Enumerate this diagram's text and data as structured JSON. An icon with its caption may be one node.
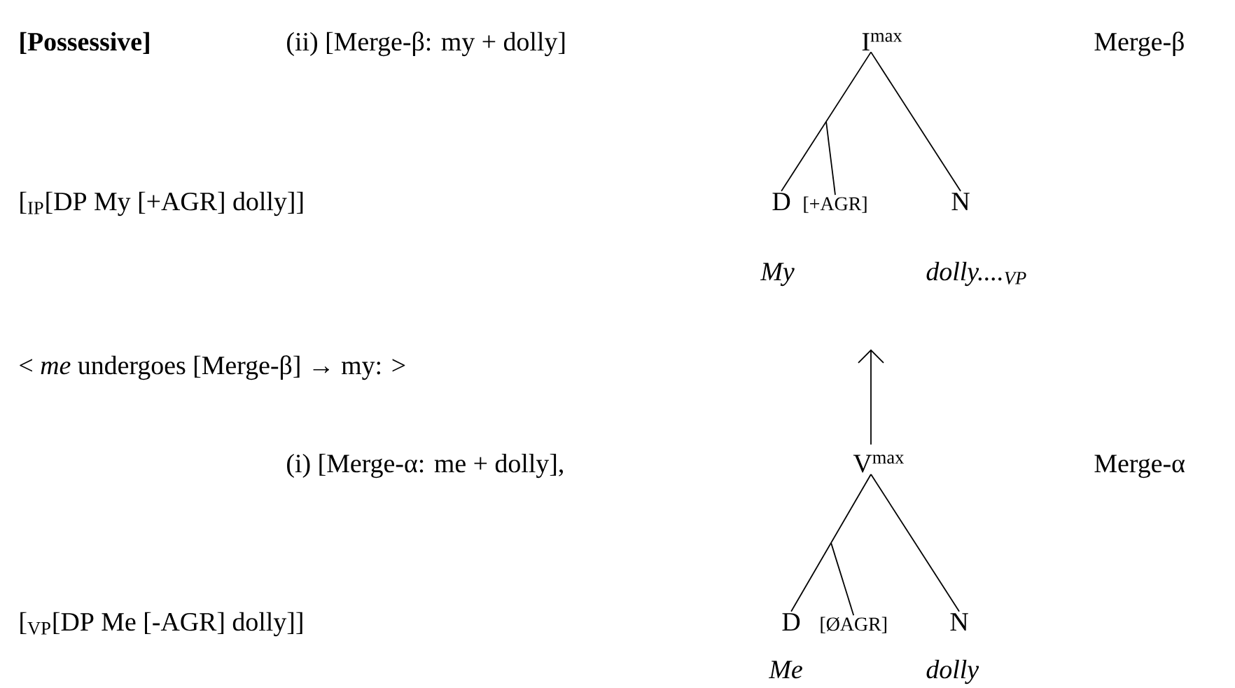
{
  "diagram": {
    "nodes": [
      {
        "text": [
          "I$^{max}$"
        ]
      },
      {
        "text": [
          "D"
        ],
        "beside": [
          "My"
        ]
      },
      {
        "text": [
          "[+AGR]"
        ]
      },
      {
        "text": [
          "N"
        ],
        "beside": [
          "dolly....$_{VP}$"
        ]
      },
      {
        "text": [
          "V$^{max}$"
        ]
      },
      {
        "text": [
          "D"
        ],
        "beside": [
          "Me"
        ]
      },
      {
        "text": [
          "[ØAGR]"
        ]
      },
      {
        "text": [
          "N"
        ],
        "beside": [
          "dolly"
        ]
      }
    ],
    "edges": [
      {
        "from": 0,
        "to": 1,
        "arrow": "none"
      },
      {
        "from": 0,
        "to": 3,
        "arrow": "none"
      },
      {
        "from": null,
        "to": 2,
        "arrow": "none"
      },
      {
        "from": 4,
        "to": 5,
        "arrow": "none"
      },
      {
        "from": 4,
        "to": 7,
        "arrow": "none"
      },
      {
        "from": null,
        "to": 6,
        "arrow": "none"
      },
      {
        "from": 4,
        "to": null,
        "arrow": "to"
      }
    ],
    "labels": [
      "[Possessive]",
      "(ii) [Merge-β: my + dolly]",
      "Merge-β",
      "[$_{IP}$[DP My [+AGR] dolly]]",
      "< *me* undergoes [Merge-β] → my: >",
      "(i)  [Merge-α: me + dolly],",
      "Merge-α",
      "[$_{VP}$[DP Me  [-AGR] dolly]]"
    ]
  }
}
